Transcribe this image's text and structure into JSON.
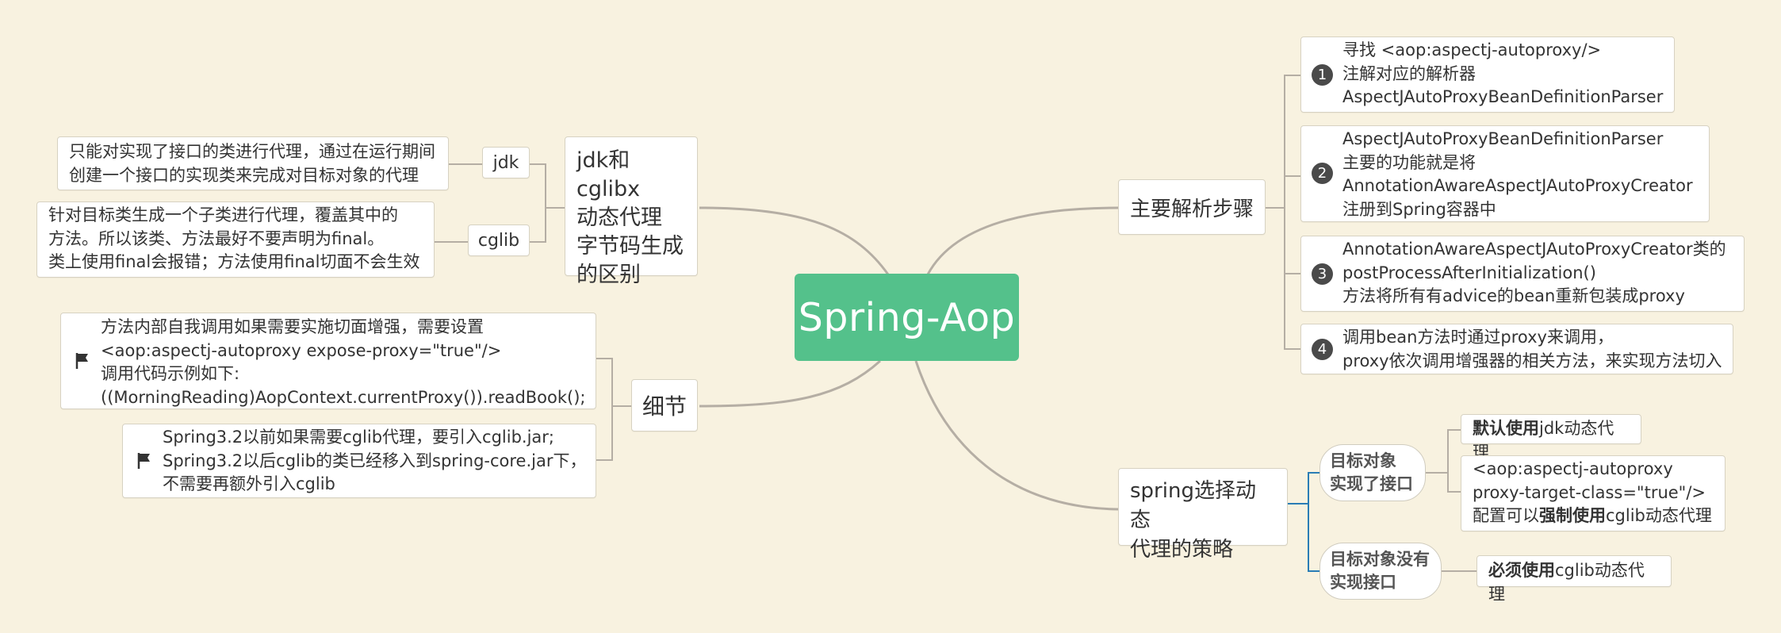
{
  "root": {
    "title": "Spring-Aop"
  },
  "jdk_cglib": {
    "title": "jdk和cglibx\n动态代理\n字节码生成\n的区别",
    "items": [
      {
        "label": "jdk",
        "desc": "只能对实现了接口的类进行代理，通过在运行期间\n创建一个接口的实现类来完成对目标对象的代理"
      },
      {
        "label": "cglib",
        "desc": "针对目标类生成一个子类进行代理，覆盖其中的\n方法。所以该类、方法最好不要声明为final。\n类上使用final会报错；方法使用final切面不会生效"
      }
    ]
  },
  "details": {
    "title": "细节",
    "items": [
      {
        "icon": "flag-icon",
        "text": "方法内部自我调用如果需要实施切面增强，需要设置\n<aop:aspectj-autoproxy expose-proxy=\"true\"/>\n调用代码示例如下:\n((MorningReading)AopContext.currentProxy()).readBook();"
      },
      {
        "icon": "flag-icon",
        "text": "Spring3.2以前如果需要cglib代理，要引入cglib.jar;\nSpring3.2以后cglib的类已经移入到spring-core.jar下，\n不需要再额外引入cglib"
      }
    ]
  },
  "parse_steps": {
    "title": "主要解析步骤",
    "steps": [
      {
        "num": "1",
        "text": "寻找 <aop:aspectj-autoproxy/>\n 注解对应的解析器\nAspectJAutoProxyBeanDefinitionParser"
      },
      {
        "num": "2",
        "text": "AspectJAutoProxyBeanDefinitionParser\n主要的功能就是将\nAnnotationAwareAspectJAutoProxyCreator\n注册到Spring容器中"
      },
      {
        "num": "3",
        "text": "AnnotationAwareAspectJAutoProxyCreator类的\npostProcessAfterInitialization()\n方法将所有有advice的bean重新包装成proxy"
      },
      {
        "num": "4",
        "text": "调用bean方法时通过proxy来调用，\nproxy依次调用增强器的相关方法，来实现方法切入"
      }
    ]
  },
  "strategy": {
    "title": "spring选择动态\n代理的策略",
    "branches": [
      {
        "label": "目标对象\n实现了接口",
        "leaves": [
          {
            "bold": "默认使用",
            "rest": "jdk动态代理"
          },
          {
            "pre": "<aop:aspectj-autoproxy\nproxy-target-class=\"true\"/>\n配置可以",
            "bold": "强制使用",
            "rest": "cglib动态代理"
          }
        ]
      },
      {
        "label": "目标对象没有\n实现接口",
        "leaves": [
          {
            "bold": "必须使用",
            "rest": "cglib动态代理"
          }
        ]
      }
    ]
  },
  "colors": {
    "root": "#54c18b",
    "background": "#f8f2e0",
    "connector": "#b5aea4",
    "strategy_connector": "#2a7db5"
  }
}
